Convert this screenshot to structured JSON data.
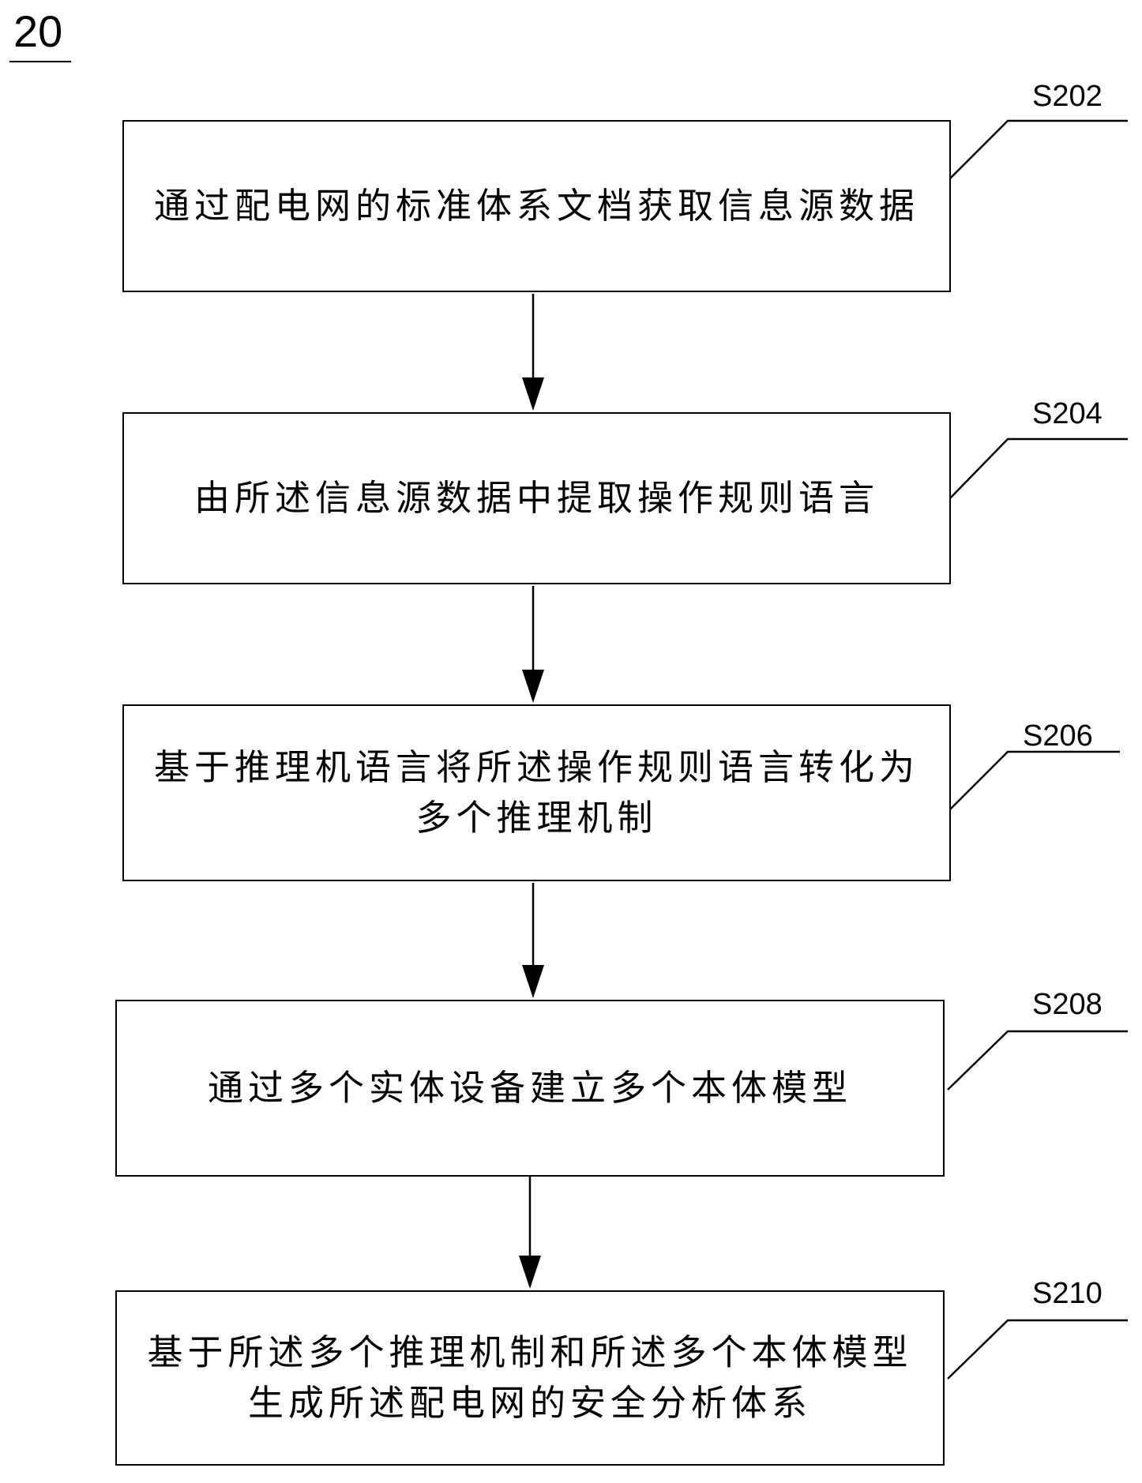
{
  "figure_number": "20",
  "steps": [
    {
      "id": "S202",
      "text": "通过配电网的标准体系文档获取信息源数据"
    },
    {
      "id": "S204",
      "text": "由所述信息源数据中提取操作规则语言"
    },
    {
      "id": "S206",
      "text": "基于推理机语言将所述操作规则语言转化为多个推理机制"
    },
    {
      "id": "S208",
      "text": "通过多个实体设备建立多个本体模型"
    },
    {
      "id": "S210",
      "text": "基于所述多个推理机制和所述多个本体模型生成所述配电网的安全分析体系"
    }
  ]
}
